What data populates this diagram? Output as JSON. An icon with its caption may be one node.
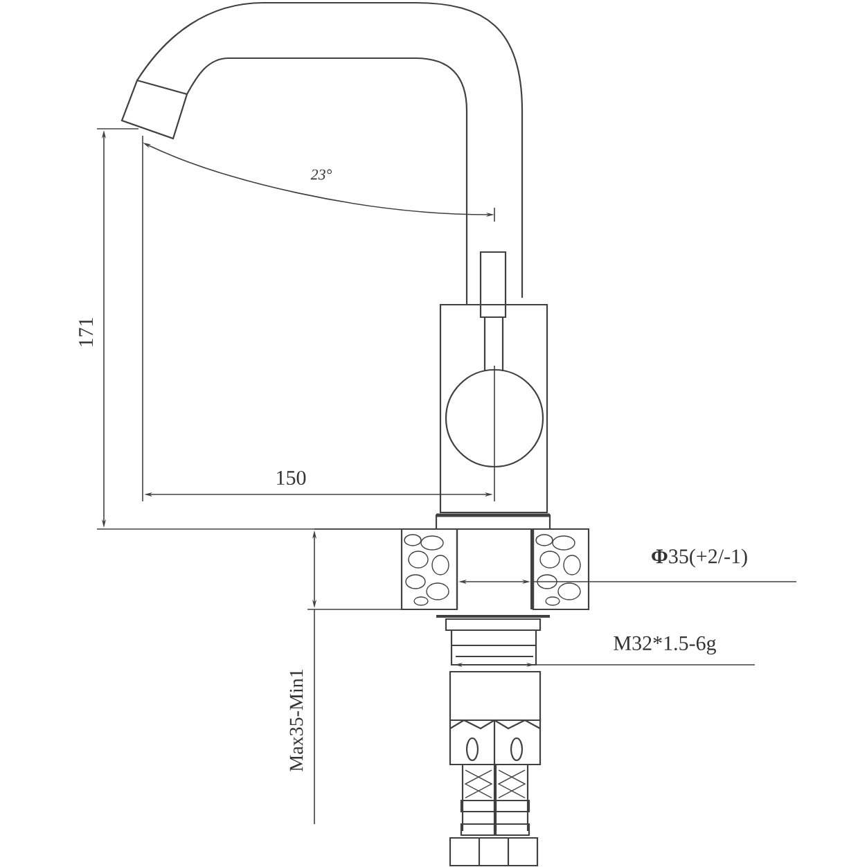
{
  "diagram": {
    "labels": [
      "23°",
      "171",
      "150",
      "**Φ**35(+2/-1)",
      "M32*1.5-6g",
      "Max35-Min1"
    ]
  }
}
